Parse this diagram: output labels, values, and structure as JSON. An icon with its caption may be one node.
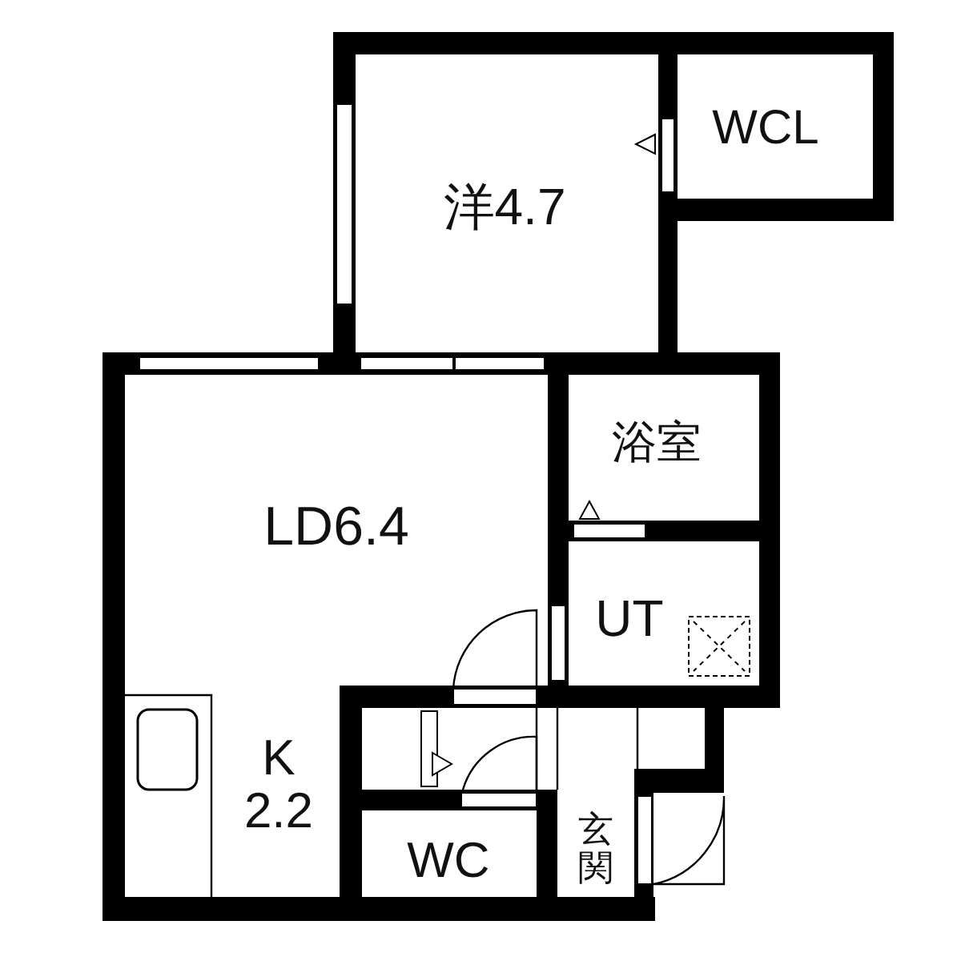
{
  "diagram": {
    "nodes": [
      {
        "text": [
          "洋4.7"
        ]
      },
      {
        "text": [
          "WCL"
        ]
      },
      {
        "text": [
          "LD6.4"
        ]
      },
      {
        "text": [
          "浴室"
        ]
      },
      {
        "text": [
          "UT"
        ]
      },
      {
        "text": [
          "K 2.2"
        ]
      },
      {
        "text": [
          "WC"
        ]
      },
      {
        "text": [
          "玄関"
        ]
      }
    ]
  }
}
